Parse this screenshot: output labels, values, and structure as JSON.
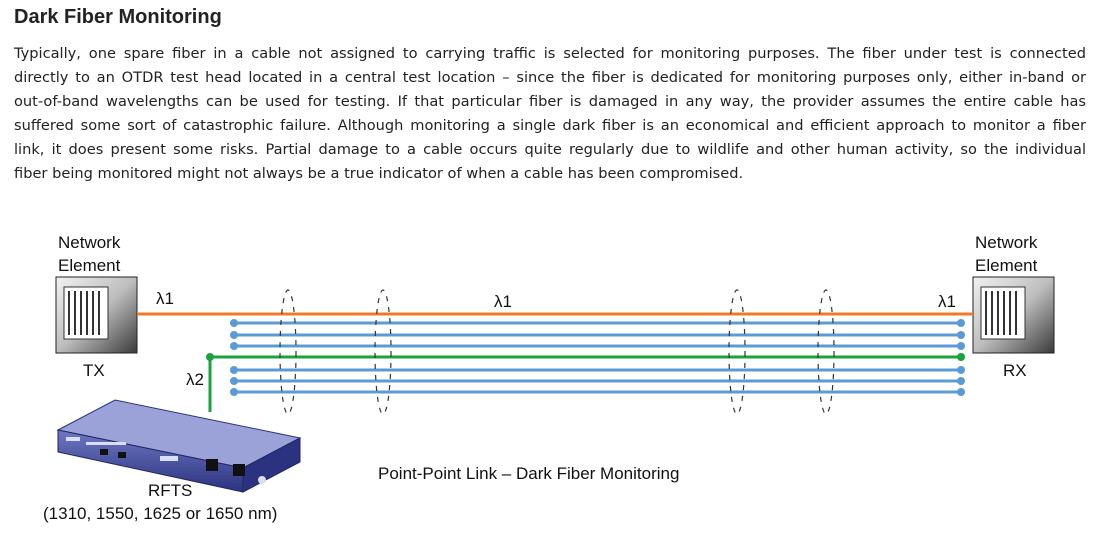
{
  "section": {
    "title": "Dark Fiber Monitoring",
    "paragraph_lines": [
      "Typically, one spare fiber in a cable not assigned to carrying traffic is selected for monitoring purposes. The fiber under test is connected",
      "directly to an OTDR test head located in a central test location – since the fiber is dedicated for monitoring purposes only, either in-band or",
      "out-of-band wavelengths can be used for testing.  If that particular fiber is damaged in any way, the provider assumes the entire cable has",
      "suffered some sort of catastrophic failure. Although monitoring a single dark fiber is an economical and efficient approach to monitor a fiber",
      "link, it does present some risks. Partial damage to a cable occurs quite regularly due to wildlife and other human activity, so the individual",
      "fiber being monitored might not always be a true indicator of when a cable has been compromised."
    ]
  },
  "diagram": {
    "left_element": {
      "line1": "Network",
      "line2": "Element",
      "role": "TX"
    },
    "right_element": {
      "line1": "Network",
      "line2": "Element",
      "role": "RX"
    },
    "lambda1_left": "λ1",
    "lambda1_mid": "λ1",
    "lambda1_right": "λ1",
    "lambda2": "λ2",
    "rfts_label": "RFTS",
    "rfts_wavelengths": "(1310, 1550, 1625 or 1650 nm)",
    "caption": "Point-Point Link – Dark Fiber Monitoring",
    "colors": {
      "traffic_fiber": "#f07a24",
      "monitor_fiber": "#1aa33a",
      "spare_fiber": "#5b9bd5",
      "device_body": "#3f4aa0"
    }
  }
}
